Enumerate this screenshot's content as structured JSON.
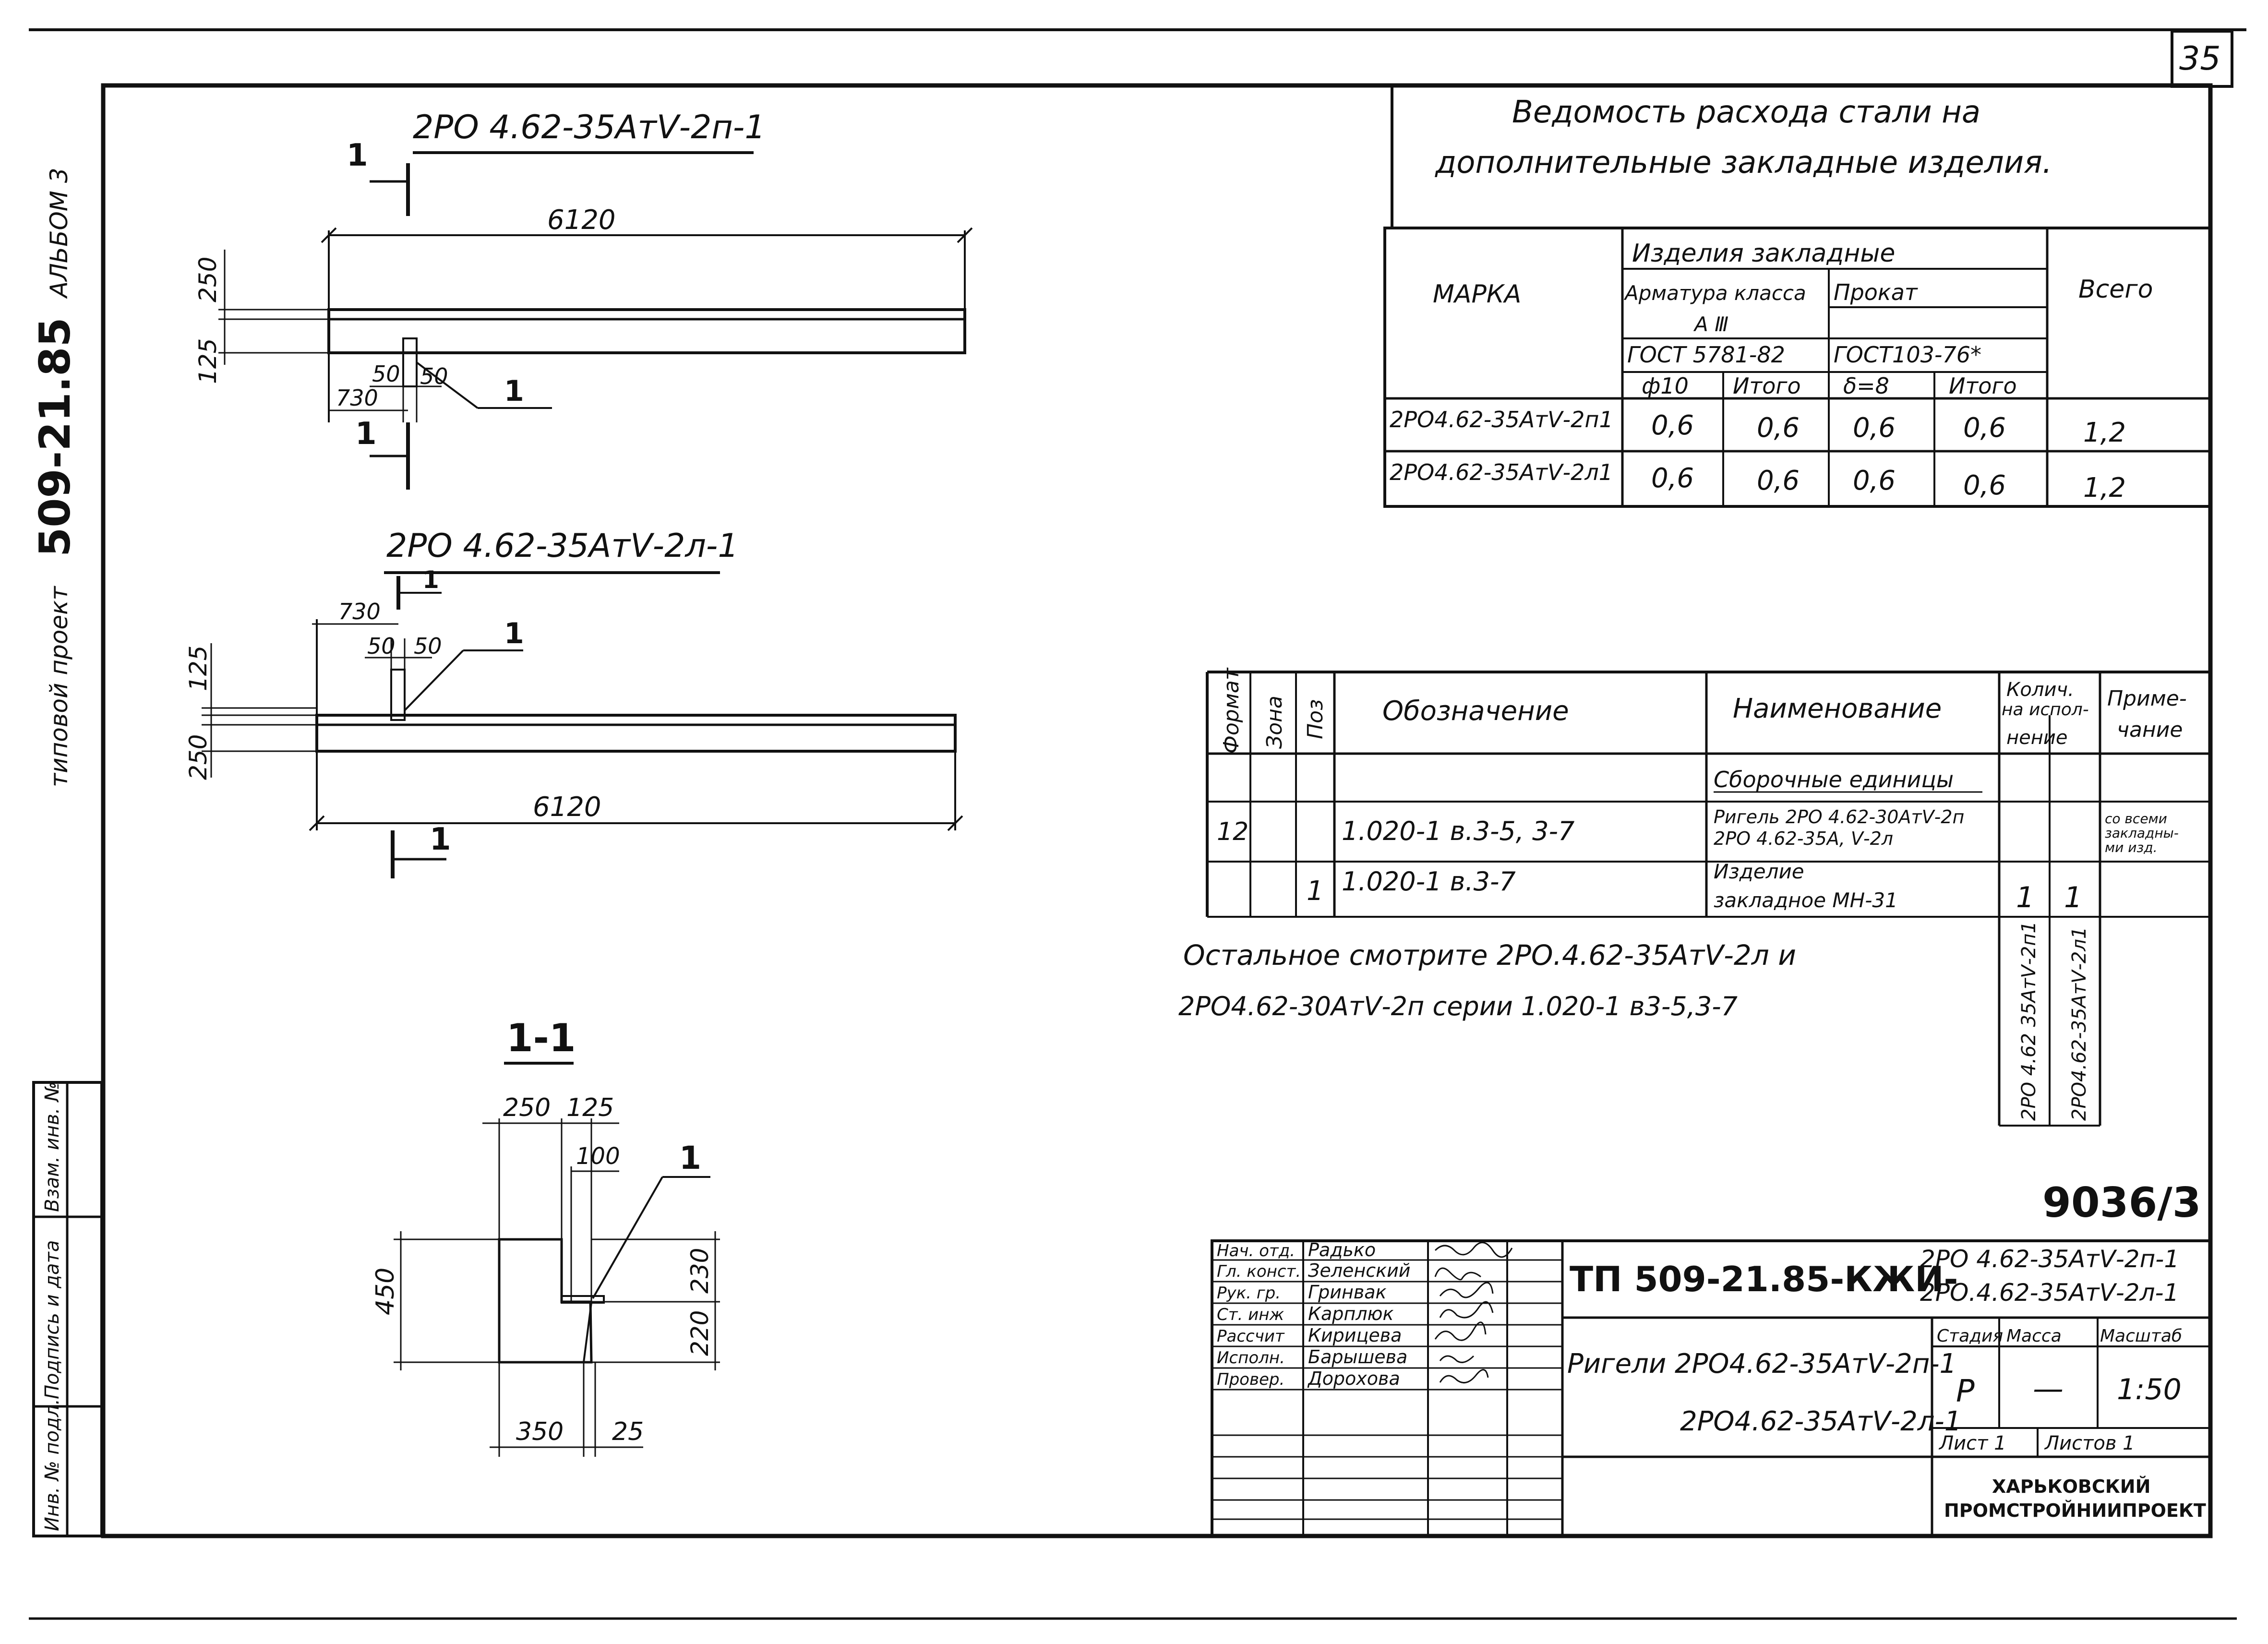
{
  "sheet": {
    "page_number": "35",
    "drawing_code": "9036/3",
    "side_strip": {
      "album": "АЛЬБОМ 3",
      "project_number": "509-21.85",
      "project_label": "типовой проект",
      "stamp_cells": [
        "Инв. № подл.",
        "Подпись и дата",
        "Взам. инв. №"
      ]
    }
  },
  "plan_views": {
    "top": {
      "title": "2РО 4.62-35АтⅤ-2п-1",
      "section_mark": "1",
      "dim_length": "6120",
      "dim_250": "250",
      "dim_125": "125",
      "dim_730": "730",
      "dim_50a": "50",
      "dim_50b": "50",
      "callout": "1"
    },
    "bottom": {
      "title": "2РО 4.62-35АтⅤ-2л-1",
      "section_mark": "1",
      "dim_length": "6120",
      "dim_250": "250",
      "dim_125": "125",
      "dim_730": "730",
      "dim_50a": "50",
      "dim_50b": "50",
      "callout": "1"
    }
  },
  "section_view": {
    "title": "1-1",
    "dim_250": "250",
    "dim_125": "125",
    "dim_100": "100",
    "dim_450": "450",
    "dim_230": "230",
    "dim_220": "220",
    "dim_350": "350",
    "dim_25": "25",
    "callout": "1"
  },
  "steel_table": {
    "title_line1": "Ведомость расхода стали на",
    "title_line2": "дополнительные закладные изделия.",
    "header": {
      "marka": "МАРКА",
      "group": "Изделия закладные",
      "armatura": "Арматура класса",
      "armatura_class": "А Ⅲ",
      "prokat": "Прокат",
      "vsego": "Всего",
      "gost_a": "ГОСТ 5781-82",
      "gost_b": "ГОСТ103-76*",
      "col_phi": "ф10",
      "col_itogo1": "Итого",
      "col_delta": "δ=8",
      "col_itogo2": "Итого"
    },
    "rows": [
      {
        "marka": "2РО4.62-35АтⅤ-2п1",
        "phi10": "0,6",
        "itogo1": "0,6",
        "delta8": "0,6",
        "itogo2": "0,6",
        "vsego": "1,2"
      },
      {
        "marka": "2РО4.62-35АтⅤ-2л1",
        "phi10": "0,6",
        "itogo1": "0,6",
        "delta8": "0,6",
        "itogo2": "0,6",
        "vsego": "1,2"
      }
    ]
  },
  "spec_table": {
    "headers": {
      "format": "Формат",
      "zona": "Зона",
      "poz": "Поз",
      "oboznachenie": "Обозначение",
      "naimenovanie": "Наименование",
      "kol_line1": "Колич.",
      "kol_line2": "на испол-",
      "kol_line3": "нение",
      "prim_line1": "Приме-",
      "prim_line2": "чание"
    },
    "section_title": "Сборочные единицы",
    "rows": [
      {
        "format": "12",
        "zona": "",
        "poz": "",
        "oboznachenie": "1.020-1 в.3-5, 3-7",
        "naim_line1": "Ригель 2РО 4.62-30АтⅤ-2п",
        "naim_line2": "2РО 4.62-35А, Ⅴ-2л",
        "kol1": "",
        "kol2": "",
        "prim_line1": "со всеми",
        "prim_line2": "закладны-",
        "prim_line3": "ми изд."
      },
      {
        "format": "",
        "zona": "",
        "poz": "1",
        "oboznachenie": "1.020-1 в.3-7",
        "naim_line1": "Изделие",
        "naim_line2": "закладное МН-31",
        "kol1": "1",
        "kol2": "1",
        "prim_line1": "",
        "prim_line2": "",
        "prim_line3": ""
      }
    ],
    "variant_1": "2РО 4.62 35АтⅤ-2п1",
    "variant_2": "2РО4.62-35АтⅤ-2л1"
  },
  "notes": {
    "line1": "Остальное смотрите 2РО.4.62-35АтⅤ-2л и",
    "line2": "2РО4.62-30АтⅤ-2п серии 1.020-1 в3-5,3-7"
  },
  "title_block": {
    "project_code": "ТП 509-21.85-КЖИ-",
    "marks_line1": "2РО 4.62-35АтⅤ-2п-1",
    "marks_line2": "2РО.4.62-35АтⅤ-2л-1",
    "roles": [
      {
        "role": "Нач. отд.",
        "name": "Радько"
      },
      {
        "role": "Гл. конст.",
        "name": "Зеленский"
      },
      {
        "role": "Рук. гр.",
        "name": "Гринвак"
      },
      {
        "role": "Ст. инж",
        "name": "Карплюк"
      },
      {
        "role": "Рассчит",
        "name": "Кирицева"
      },
      {
        "role": "Исполн.",
        "name": "Барышева"
      },
      {
        "role": "Провер.",
        "name": "Дорохова"
      }
    ],
    "title_line1": "Ригели 2РО4.62-35АтⅤ-2п-1",
    "title_line2": "2РО4.62-35АтⅤ-2л-1",
    "stadia_label": "Стадия",
    "massa_label": "Масса",
    "masshtab_label": "Масштаб",
    "stadia": "Р",
    "massa": "—",
    "masshtab": "1:50",
    "list": "Лист 1",
    "listov": "Листов 1",
    "org_line1": "ХАРЬКОВСКИЙ",
    "org_line2": "ПРОМСТРОЙНИИПРОЕКТ"
  }
}
